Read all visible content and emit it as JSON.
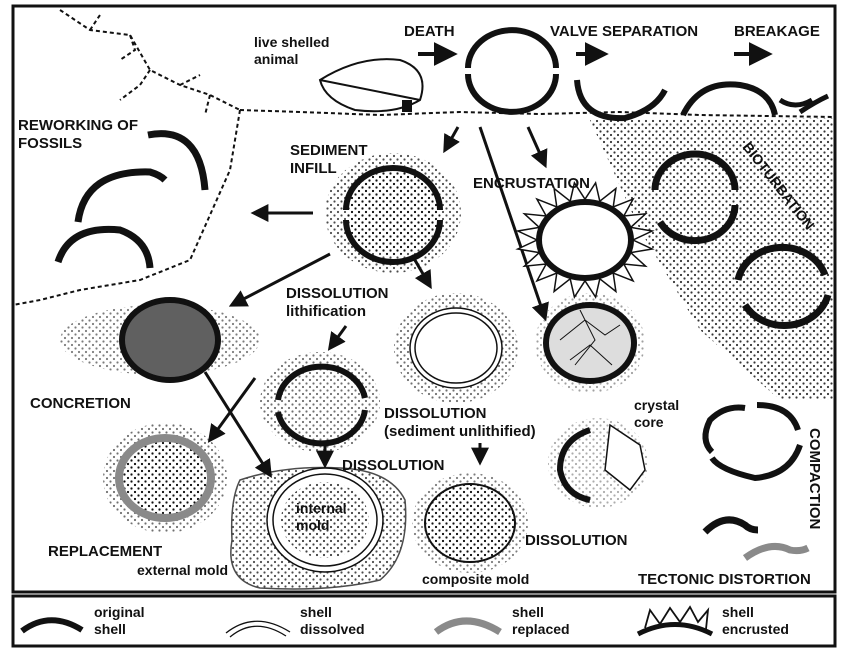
{
  "labels": {
    "live_animal": "live shelled\nanimal",
    "death": "DEATH",
    "valve_separation": "VALVE SEPARATION",
    "breakage": "BREAKAGE",
    "reworking": "REWORKING OF\nFOSSILS",
    "sediment_infill": "SEDIMENT\nINFILL",
    "encrustation": "ENCRUSTATION",
    "bioturbation": "BIOTURBATION",
    "dissolution_lithification": "DISSOLUTION\nlithification",
    "concretion": "CONCRETION",
    "dissolution_unlithified": "DISSOLUTION\n(sediment unlithified)",
    "crystal_core": "crystal\ncore",
    "dissolution_mid": "DISSOLUTION",
    "replacement": "REPLACEMENT",
    "internal_mold": "internal\nmold",
    "external_mold": "external mold",
    "composite_mold": "composite mold",
    "dissolution_bottom": "DISSOLUTION",
    "compaction": "COMPACTION",
    "tectonic": "TECTONIC DISTORTION"
  },
  "legend": [
    {
      "symbol": "original-shell",
      "label": "original\nshell"
    },
    {
      "symbol": "shell-dissolved",
      "label": "shell\ndissolved"
    },
    {
      "symbol": "shell-replaced",
      "label": "shell\nreplaced"
    },
    {
      "symbol": "shell-encrusted",
      "label": "shell\nencrusted"
    }
  ],
  "colors": {
    "shell": "#111111",
    "replaced": "#8a8a8a",
    "concretion": "#606060"
  }
}
